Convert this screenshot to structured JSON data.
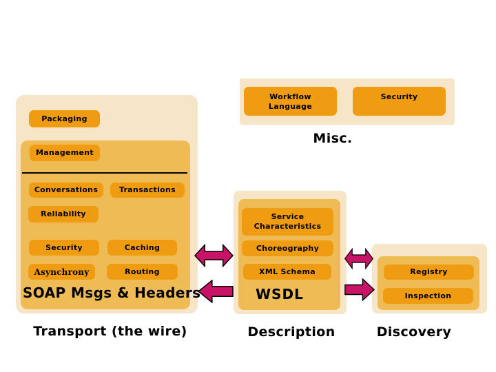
{
  "colors": {
    "panel_outer": "#F6E5C6",
    "panel_inner": "#EEBB55",
    "box_fill": "#EF9C13",
    "arrow_fill": "#C81367",
    "text": "#000000"
  },
  "misc": {
    "workflow_language": "Workflow\nLanguage",
    "security": "Security",
    "label": "Misc."
  },
  "transport": {
    "packaging": "Packaging",
    "management": "Management",
    "conversations": "Conversations",
    "transactions": "Transactions",
    "reliability": "Reliability",
    "security": "Security",
    "caching": "Caching",
    "asynchrony": "Asynchrony",
    "routing": "Routing",
    "title": "SOAP Msgs & Headers",
    "label": "Transport (the wire)"
  },
  "description": {
    "service_characteristics": "Service\nCharacteristics",
    "choreography": "Choreography",
    "xml_schema": "XML Schema",
    "title": "WSDL",
    "label": "Description"
  },
  "discovery": {
    "registry": "Registry",
    "inspection": "Inspection",
    "label": "Discovery"
  }
}
